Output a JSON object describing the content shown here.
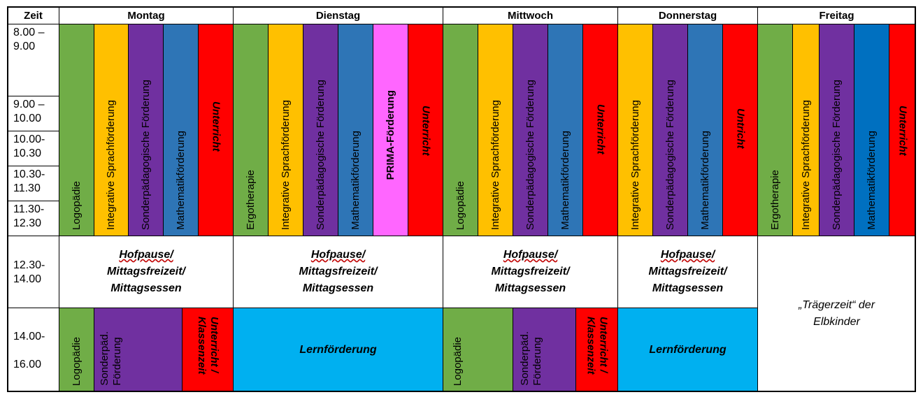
{
  "header": {
    "zeit": "Zeit",
    "days": [
      "Montag",
      "Dienstag",
      "Mittwoch",
      "Donnerstag",
      "Freitag"
    ]
  },
  "times": [
    "8.00 –\n9.00",
    "9.00 –\n10.00",
    "10.00-\n10.30",
    "10.30-\n11.30",
    "11.30-\n12.30",
    "12.30-\n14.00",
    "14.00-\n\n16.00"
  ],
  "colors": {
    "green": "#70ad47",
    "yellow": "#ffc000",
    "purple": "#7030a0",
    "blue": "#2e75b6",
    "blue2": "#0070c0",
    "red": "#ff0000",
    "pink": "#ff66ff",
    "cyan": "#00b0f0"
  },
  "morning": {
    "montag": [
      "Logopädie",
      "Integrative Sprachförderung",
      "Sonderpädagogische Förderung",
      "Mathematikförderung",
      "Unterricht"
    ],
    "dienstag": [
      "Ergotherapie",
      "Integrative Sprachförderung",
      "Sonderpädagogische Förderung",
      "Mathematikförderung",
      "PRIMA-Förderung",
      "Unterricht"
    ],
    "mittwoch": [
      "Logopädie",
      "Integrative Sprachförderung",
      "Sonderpädagogische Förderung",
      "Mathematikförderung",
      "Unterricht"
    ],
    "donnerstag": [
      "Integrative Sprachförderung",
      "Sonderpädagogische Förderung",
      "Mathematikförderung",
      "Untricht"
    ],
    "freitag": [
      "Ergotherapie",
      "Integrative Sprachförderung",
      "Sonderpädagogische Förderung",
      "Mathematikförderung",
      "Unterricht"
    ]
  },
  "pause": {
    "line1": "Hofpause/",
    "line2": "Mittagsfreizeit/",
    "line3": "Mittagsessen"
  },
  "afternoon": {
    "logopaedie": "Logopädie",
    "sonderpaed": "Sonderpäd.\nFörderung",
    "unterricht_klassenzeit": "Unterricht /\nKlassenzeit",
    "lernfoerderung": "Lernförderung"
  },
  "freitag_nachmittag": "„Trägerzeit“ der\nElbkinder"
}
